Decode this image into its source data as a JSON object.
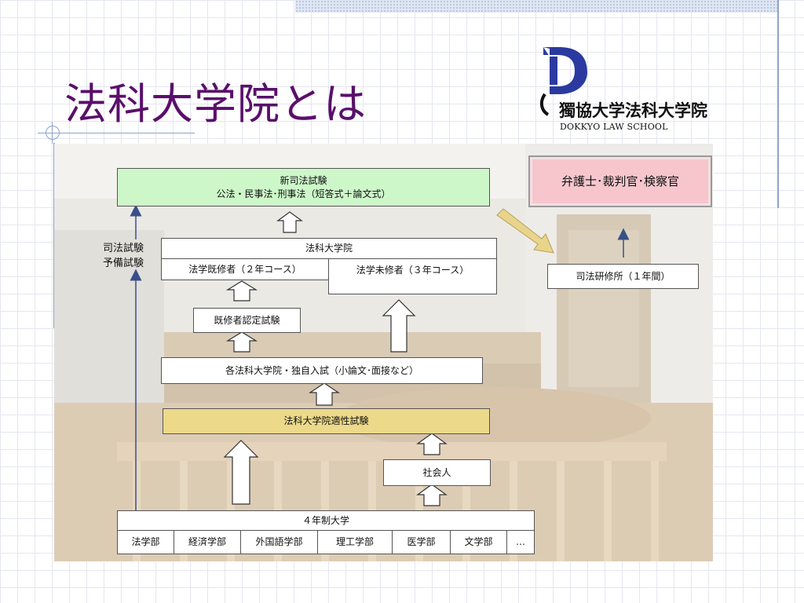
{
  "title": "法科大学院とは",
  "logo": {
    "name": "獨協大学法科大学院",
    "sub": "DOKKYO LAW SCHOOL"
  },
  "diagram": {
    "bar_exam_line1": "新司法試験",
    "bar_exam_line2": "公法・民事法･刑事法（短答式＋論文式）",
    "professions": "弁護士･裁判官･検察官",
    "law_school": "法科大学院",
    "course_2yr": "法学既修者（２年コース）",
    "course_3yr": "法学未修者（３年コース）",
    "training_institute": "司法研修所（１年間）",
    "side_label_1": "司法試験",
    "side_label_2": "予備試験",
    "prior_certification": "既修者認定試験",
    "entrance_exam": "各法科大学院・独自入試（小論文･面接など）",
    "aptitude_test": "法科大学院適性試験",
    "working_adults": "社会人",
    "university": "４年制大学",
    "faculties": [
      "法学部",
      "経済学部",
      "外国語学部",
      "理工学部",
      "医学部",
      "文学部",
      "…"
    ]
  },
  "colors": {
    "title": "#5a0f6b",
    "bar_exam_box": "#cdf7c9",
    "aptitude_box": "#ecd98a",
    "professions_box": "#f7c6cd",
    "diagonal_arrow": "#e8d48a",
    "thin_arrow": "#3a4f8a"
  }
}
